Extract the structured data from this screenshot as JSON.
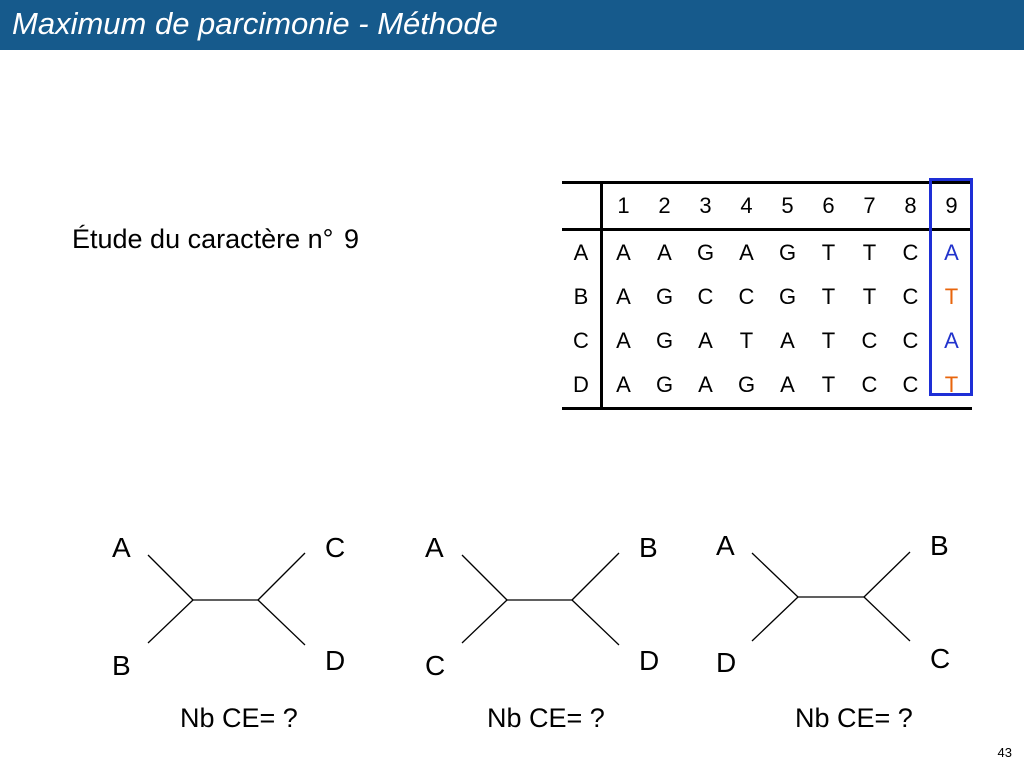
{
  "slide": {
    "title": "Maximum de parcimonie - Méthode",
    "subtitle": "Étude du caractère n°",
    "subtitle_number": "9",
    "page_number": "43"
  },
  "table": {
    "columns": [
      "1",
      "2",
      "3",
      "4",
      "5",
      "6",
      "7",
      "8",
      "9"
    ],
    "rows": [
      {
        "label": "A",
        "cells": [
          "A",
          "A",
          "G",
          "A",
          "G",
          "T",
          "T",
          "C",
          "A"
        ]
      },
      {
        "label": "B",
        "cells": [
          "A",
          "G",
          "C",
          "C",
          "G",
          "T",
          "T",
          "C",
          "T"
        ]
      },
      {
        "label": "C",
        "cells": [
          "A",
          "G",
          "A",
          "T",
          "A",
          "T",
          "C",
          "C",
          "A"
        ]
      },
      {
        "label": "D",
        "cells": [
          "A",
          "G",
          "A",
          "G",
          "A",
          "T",
          "C",
          "C",
          "T"
        ]
      }
    ],
    "highlight_column": "9",
    "highlight_frame_color": "#1e2fd6",
    "state_colors": {
      "A": "#2233cc",
      "T": "#e8650c"
    }
  },
  "trees": [
    {
      "top_left": "A",
      "top_right": "C",
      "bottom_left": "B",
      "bottom_right": "D",
      "caption": "Nb CE= ?"
    },
    {
      "top_left": "A",
      "top_right": "B",
      "bottom_left": "C",
      "bottom_right": "D",
      "caption": "Nb CE= ?"
    },
    {
      "top_left": "A",
      "top_right": "B",
      "bottom_left": "D",
      "bottom_right": "C",
      "caption": "Nb CE= ?"
    }
  ]
}
